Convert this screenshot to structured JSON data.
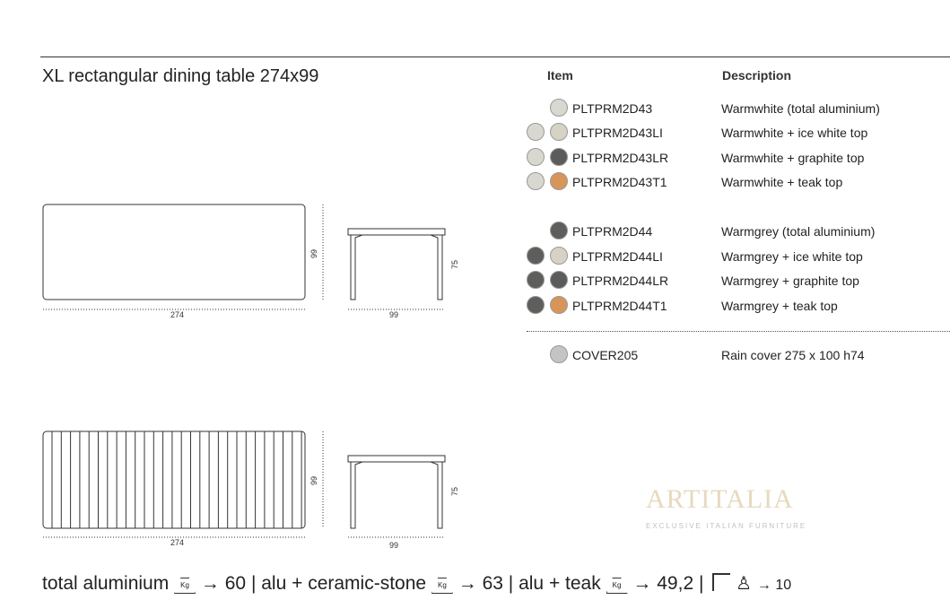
{
  "title": "XL rectangular dining table 274x99",
  "headers": {
    "item": "Item",
    "description": "Description"
  },
  "colors": {
    "warmwhite": "#d8d8d0",
    "icewhite": "#d6d2c4",
    "graphite": "#5b5b5b",
    "teak": "#d8955a",
    "warmgrey": "#5e5e5c",
    "cover": "#c4c4c4"
  },
  "rows": [
    {
      "code": "PLTPRM2D43",
      "desc": "Warmwhite (total aluminium)"
    },
    {
      "code": "PLTPRM2D43LI",
      "desc": "Warmwhite + ice white top"
    },
    {
      "code": "PLTPRM2D43LR",
      "desc": "Warmwhite + graphite top"
    },
    {
      "code": "PLTPRM2D43T1",
      "desc": "Warmwhite + teak top"
    },
    {
      "code": "PLTPRM2D44",
      "desc": "Warmgrey (total aluminium)"
    },
    {
      "code": "PLTPRM2D44LI",
      "desc": "Warmgrey + ice white top"
    },
    {
      "code": "PLTPRM2D44LR",
      "desc": "Warmgrey + graphite top"
    },
    {
      "code": "PLTPRM2D44T1",
      "desc": "Warmgrey + teak top"
    },
    {
      "code": "COVER205",
      "desc": "Rain cover 275 x 100 h74"
    }
  ],
  "dims": {
    "length": "274",
    "width": "99",
    "height": "75"
  },
  "footer": {
    "a": "total aluminium",
    "a_val": "→ 60 | alu + ceramic-stone",
    "b_val": "→ 63 | alu + teak",
    "c_val": "→ 49,2 |",
    "seats": "→ 10",
    "kg": "Kg"
  },
  "watermark": {
    "brand": "ARTITALIA",
    "tagline": "EXCLUSIVE ITALIAN FURNITURE"
  }
}
